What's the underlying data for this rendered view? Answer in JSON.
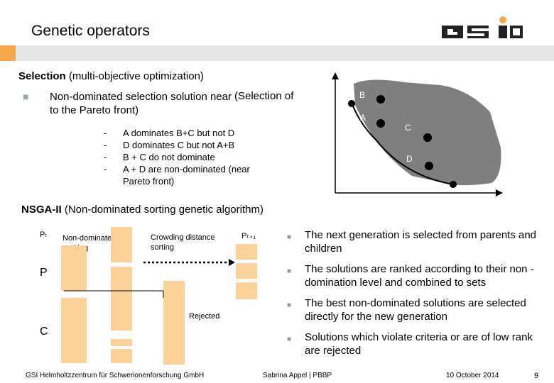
{
  "header": {
    "title": "Genetic operators",
    "logo_text": "GSI",
    "accent_color": "#f7a84a",
    "band_color": "#e6e6e6"
  },
  "selection": {
    "heading_bold": "Selection",
    "heading_rest": " (multi-objective optimization)",
    "bullet_text": "Non-dominated selection solution near to the Pareto front)",
    "bullet_suffix": "(Selection of",
    "dash_items": [
      "A dominates B+C but not D",
      "D dominates C but not A+B",
      "B + C do not dominate",
      "A + D are non-dominated (near Pareto front)"
    ],
    "dash_char": "-",
    "diagram_labels": {
      "B": "B",
      "A": "A",
      "C": "C",
      "D": "D"
    },
    "region_color": "#7f7f7f"
  },
  "nsga": {
    "heading_bold": "NSGA-II",
    "heading_rest": " (Non-dominated sorting genetic algorithm)",
    "pt_label": "Pₜ",
    "pt1_label": "Pₜ₊₁",
    "ranking_label": "Non-dominated ranking",
    "crowding_label": "Crowding distance sorting",
    "p_label": "P",
    "c_label": "C",
    "rejected_label": "Rejected",
    "bar_color": "#fcd29b",
    "bullets": [
      "The next generation is selected from parents and children",
      "The solutions are ranked according to their non -domination level and combined to sets",
      "The best non-dominated solutions are selected directly for the new generation",
      "Solutions which violate criteria or are of low rank are rejected"
    ],
    "bullet_marker": "■"
  },
  "footer": {
    "institute": "GSI Helmholtzzentrum für Schwerionenforschung GmbH",
    "author": "Sabrina Appel | PBBP",
    "date": "10 October 2014",
    "page": "9"
  }
}
